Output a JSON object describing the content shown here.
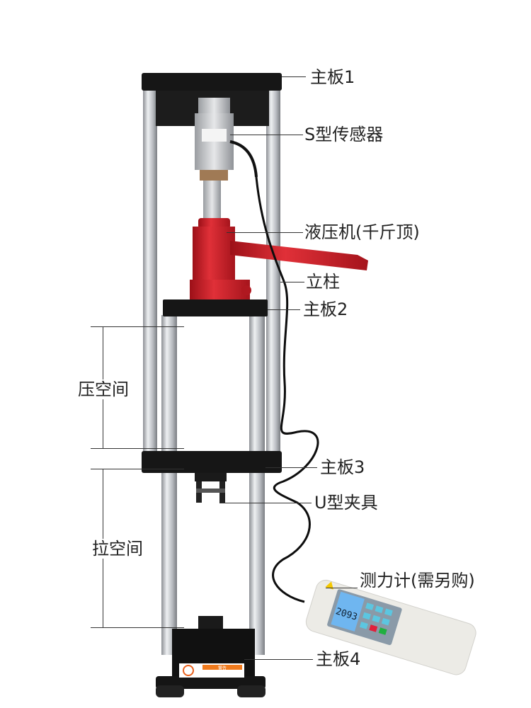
{
  "labels": {
    "plate1": "主板1",
    "sensor": "S型传感器",
    "jack": "液压机(千斤顶)",
    "column": "立柱",
    "plate2": "主板2",
    "compress_space": "压空间",
    "plate3": "主板3",
    "u_clamp": "U型夹具",
    "tension_space": "拉空间",
    "gauge": "测力计(需另购)",
    "plate4": "主板4"
  },
  "gauge_display": "2093",
  "warning_label": "警告",
  "colors": {
    "jack": "#c8202a",
    "plate": "#161616",
    "rod": "#c9ccd0",
    "gauge_body": "#ecebe6",
    "screen": "#6fb6f0"
  }
}
